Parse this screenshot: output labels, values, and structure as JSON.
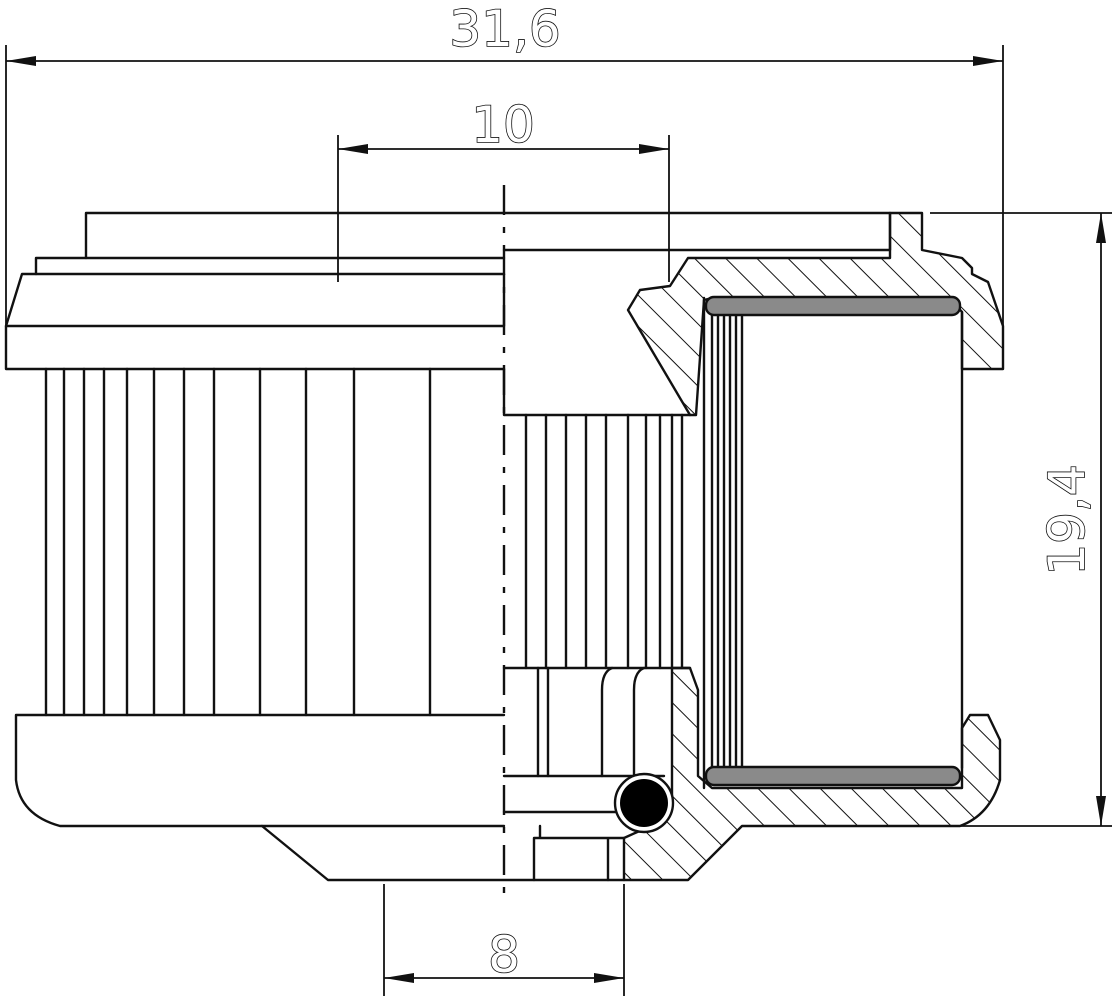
{
  "dimensions": {
    "overall_length": "31,6",
    "top_inner": "10",
    "bottom_inner": "8",
    "height": "19,4"
  },
  "colors": {
    "line": "#111111",
    "background": "#ffffff",
    "seal": "#8a8a8a",
    "oring": "#000000"
  }
}
